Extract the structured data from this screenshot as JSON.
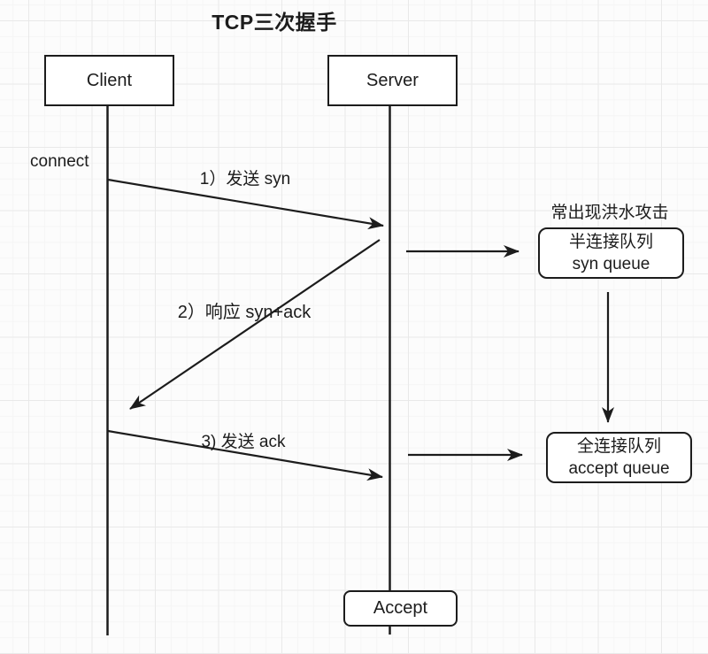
{
  "title": "TCP三次握手",
  "diagram": {
    "actors": [
      {
        "id": "client",
        "label": "Client"
      },
      {
        "id": "server",
        "label": "Server"
      }
    ],
    "connect_label": "connect",
    "messages": [
      {
        "id": "syn",
        "label": "1）发送 syn",
        "from": "client",
        "to": "server"
      },
      {
        "id": "syn_ack",
        "label": "2）响应 syn+ack",
        "from": "server",
        "to": "client"
      },
      {
        "id": "ack",
        "label": "3) 发送 ack",
        "from": "client",
        "to": "server"
      }
    ],
    "flood_note": "常出现洪水攻击",
    "syn_queue": {
      "line1": "半连接队列",
      "line2": "syn queue"
    },
    "accept_queue": {
      "line1": "全连接队列",
      "line2": "accept queue"
    },
    "accept_label": "Accept"
  },
  "colors": {
    "stroke": "#1c1c1c",
    "box_fill": "#ffffff",
    "canvas_background": "#fcfcfc",
    "grid_major": "#e9e9e9",
    "grid_minor": "#f5f5f5"
  }
}
